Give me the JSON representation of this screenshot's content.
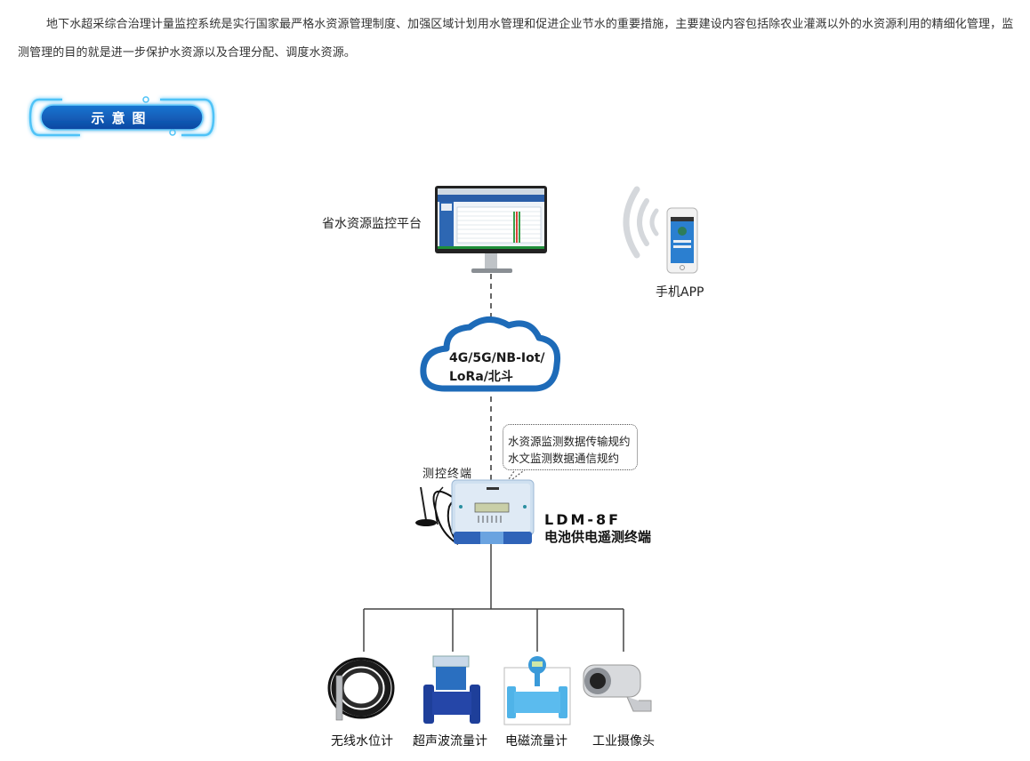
{
  "intro": {
    "paragraph": "地下水超采综合治理计量监控系统是实行国家最严格水资源管理制度、加强区域计划用水管理和促进企业节水的重要措施，主要建设内容包括除农业灌溉以外的水资源利用的精细化管理，监测管理的目的就是进一步保护水资源以及合理分配、调度水资源。"
  },
  "section_title": "示意图",
  "diagram": {
    "platform_label": "省水资源监控平台",
    "app_label": "手机APP",
    "network": {
      "line1": "4G/5G/NB-Iot/",
      "line2": "LoRa/北斗"
    },
    "protocols": [
      "水资源监测数据传输规约",
      "水文监测数据通信规约"
    ],
    "terminal_label": "测控终端",
    "device_model": "LDM-8F",
    "device_desc": "电池供电遥测终端",
    "sensors": [
      {
        "name": "无线水位计",
        "icon": "water-level-cable-icon"
      },
      {
        "name": "超声波流量计",
        "icon": "ultrasonic-flowmeter-icon"
      },
      {
        "name": "电磁流量计",
        "icon": "electromagnetic-flowmeter-icon"
      },
      {
        "name": "工业摄像头",
        "icon": "industrial-camera-icon"
      }
    ]
  },
  "colors": {
    "accent_blue": "#1565c0",
    "glow_cyan": "#4fc3f7",
    "cloud_blue": "#1e6bb8",
    "line_gray": "#444444"
  }
}
